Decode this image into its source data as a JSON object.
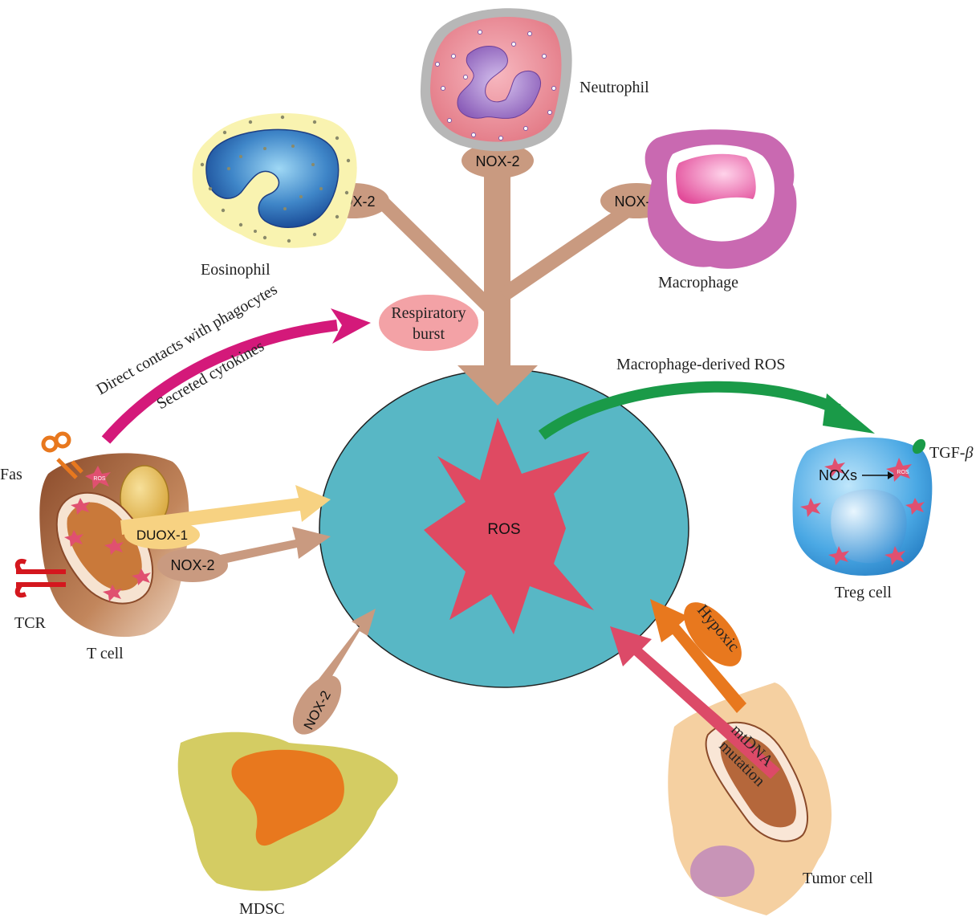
{
  "center": {
    "label": "ROS"
  },
  "cells": {
    "neutrophil": "Neutrophil",
    "eosinophil": "Eosinophil",
    "macrophage": "Macrophage",
    "tcell": "T cell",
    "treg": "Treg cell",
    "mdsc": "MDSC",
    "tumor": "Tumor cell"
  },
  "enzymes": {
    "nox2": "NOX-2",
    "duox1": "DUOX-1",
    "noxs": "NOXs",
    "ros_small": "ROS"
  },
  "labels": {
    "respiratory_burst_line1": "Respiratory",
    "respiratory_burst_line2": "burst",
    "direct_contacts": "Direct contacts with phagocytes",
    "secreted_cytokines": "Secreted cytokines",
    "macrophage_derived_ros": "Macrophage-derived ROS",
    "tgf": "TGF-",
    "beta": "β",
    "fas": "Fas",
    "tcr": "TCR",
    "hypoxic": "Hypoxic",
    "mtdna_line1": "mtDNA",
    "mtdna_line2": "mutation"
  },
  "colors": {
    "center_fill": "#58b7c5",
    "ros_star": "#df4a62",
    "nox_arrow": "#c99a80",
    "duox_arrow": "#f7d282",
    "respiratory_arrow": "#d4197a",
    "treg_arrow": "#1a9a48",
    "hypoxic_arrow": "#e8781e",
    "mtdna_arrow": "#dc4a68"
  }
}
